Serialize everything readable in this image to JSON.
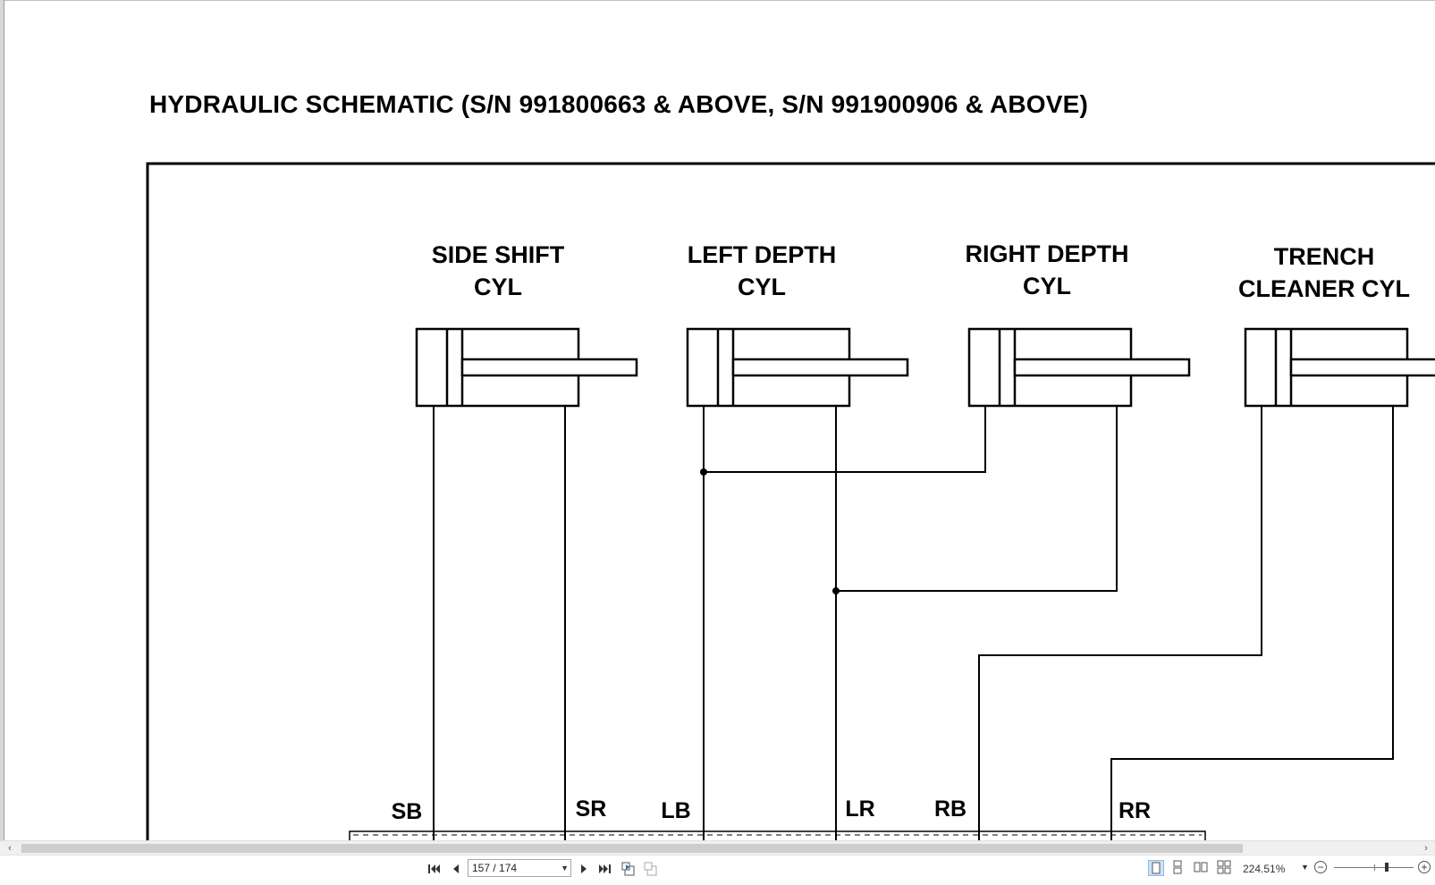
{
  "document": {
    "title": "HYDRAULIC SCHEMATIC (S/N 991800663 & ABOVE, S/N 991900906 & ABOVE)",
    "cylinders": [
      {
        "line1": "SIDE SHIFT",
        "line2": "CYL"
      },
      {
        "line1": "LEFT DEPTH",
        "line2": "CYL"
      },
      {
        "line1": "RIGHT DEPTH",
        "line2": "CYL"
      },
      {
        "line1": "TRENCH",
        "line2": "CLEANER CYL"
      }
    ],
    "ports": [
      "SB",
      "SR",
      "LB",
      "LR",
      "RB",
      "RR"
    ]
  },
  "toolbar": {
    "page_value": "157 / 174",
    "zoom": "224.51%",
    "icons": {
      "first": "first-page-icon",
      "prev": "previous-page-icon",
      "next": "next-page-icon",
      "last": "last-page-icon",
      "back": "previous-view-icon",
      "forward": "next-view-icon",
      "single": "single-page-view-icon",
      "continuous": "continuous-view-icon",
      "facing": "facing-view-icon",
      "cont_facing": "continuous-facing-view-icon",
      "zoom_out": "zoom-out-icon",
      "zoom_in": "zoom-in-icon"
    }
  },
  "scrollbar": {
    "left_arrow": "‹",
    "right_arrow": "›"
  }
}
